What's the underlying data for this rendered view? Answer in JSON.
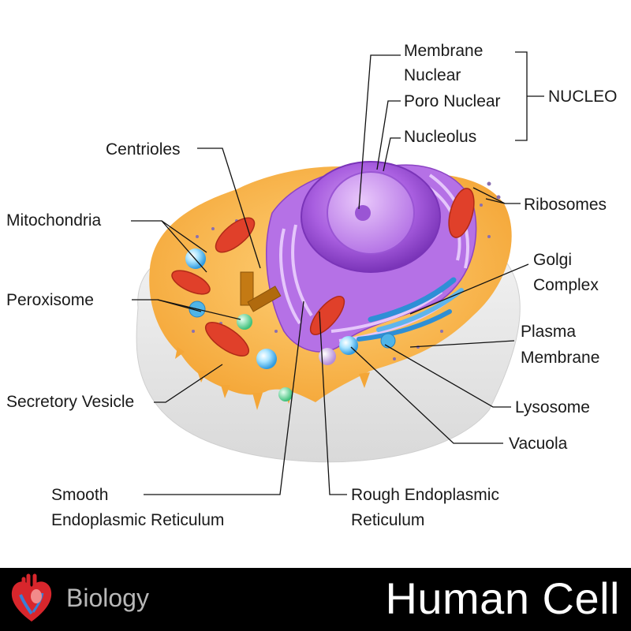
{
  "labels": {
    "membrane_nuclear": [
      "Membrane",
      "Nuclear"
    ],
    "poro_nuclear": "Poro Nuclear",
    "nucleolus": "Nucleolus",
    "nucleo": "NUCLEO",
    "centrioles": "Centrioles",
    "ribosomes": "Ribosomes",
    "mitochondria": "Mitochondria",
    "golgi_complex": [
      "Golgi",
      "Complex"
    ],
    "peroxisome": "Peroxisome",
    "plasma_membrane": [
      "Plasma",
      "Membrane"
    ],
    "secretory_vesicle": "Secretory Vesicle",
    "lysosome": "Lysosome",
    "vacuola": "Vacuola",
    "smooth_er": [
      "Smooth",
      "Endoplasmic Reticulum"
    ],
    "rough_er": [
      "Rough Endoplasmic",
      "Reticulum"
    ]
  },
  "footer": {
    "subject": "Biology",
    "title": "Human Cell",
    "icon": "heart-icon"
  },
  "colors": {
    "cytoplasm": "#f7b244",
    "nucleus": "#a25ad6",
    "mitochondria": "#e0402a",
    "membrane": "#e8e8e8",
    "footer_bg": "#000000"
  }
}
